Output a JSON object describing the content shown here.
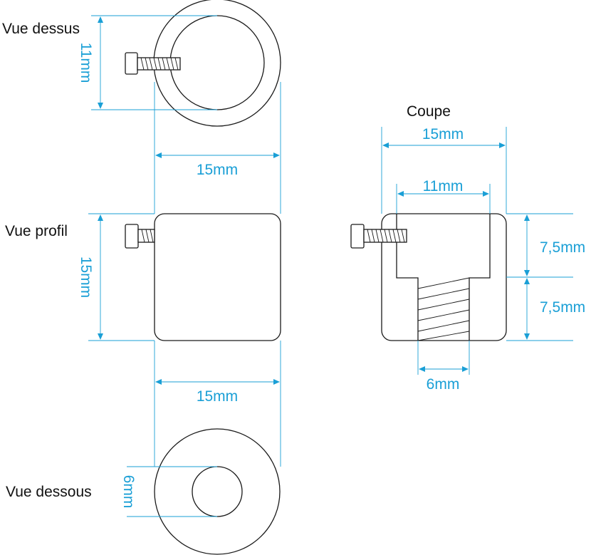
{
  "colors": {
    "dimension": "#1a9fd6",
    "outline": "#1a1a1a"
  },
  "views": {
    "top": "Vue dessus",
    "profile": "Vue profil",
    "bottom": "Vue dessous",
    "section": "Coupe"
  },
  "dimensions": {
    "top_inner_diameter": "11mm",
    "top_width": "15mm",
    "profile_height": "15mm",
    "profile_width": "15mm",
    "bottom_hole_diameter": "6mm",
    "section_width": "15mm",
    "section_bore": "11mm",
    "section_upper_half": "7,5mm",
    "section_lower_half": "7,5mm",
    "section_thread": "6mm"
  }
}
